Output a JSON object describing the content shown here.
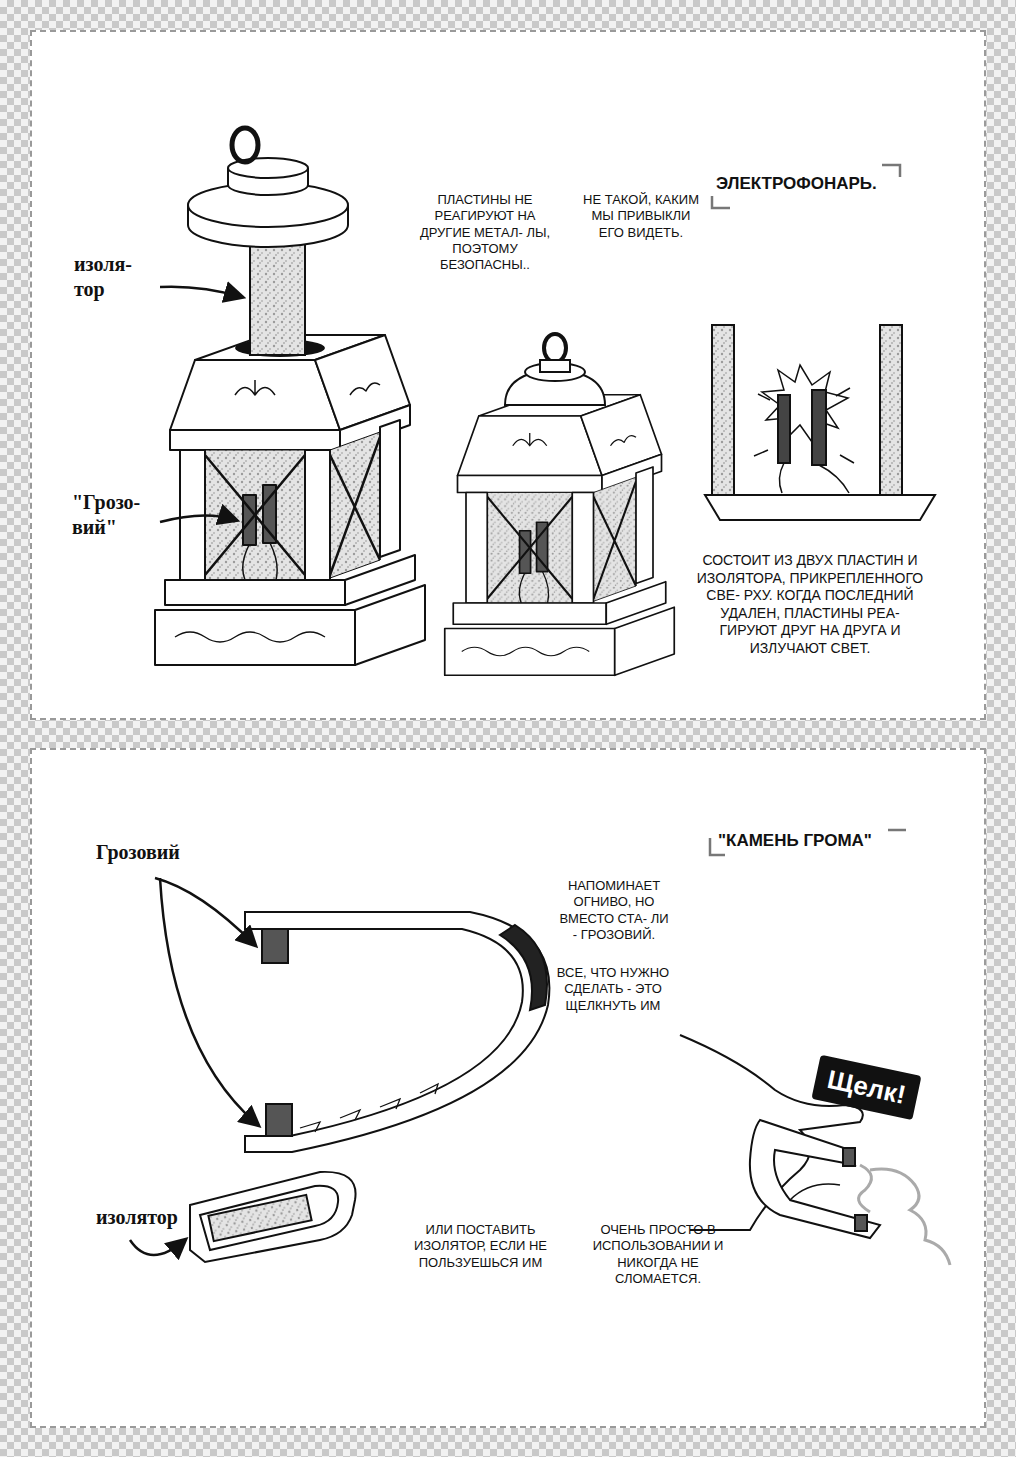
{
  "diagram": {
    "labels": [
      "ЭЛЕКТРОФОНАРЬ.",
      "изоля- тор",
      "ПЛАСТИНЫ НЕ РЕАГИРУЮТ НА ДРУГИЕ МЕТАЛ- ЛЫ, ПОЭТОМУ БЕЗОПАСНЫ..",
      "НЕ ТАКОЙ, КАКИМ МЫ ПРИВЫКЛИ ЕГО ВИДЕТЬ.",
      "\"Грозо- вий\"",
      "СОСТОИТ ИЗ ДВУХ ПЛАСТИН И ИЗОЛЯТОРА, ПРИКРЕПЛЕННОГО СВЕ- РХУ. КОГДА ПОСЛЕДНИЙ УДАЛЕН, ПЛАСТИНЫ РЕА- ГИРУЮТ ДРУГ НА ДРУГА И ИЗЛУЧАЮТ СВЕТ.",
      "\"КАМЕНЬ ГРОМА\"",
      "Грозовий",
      "НАПОМИНАЕТ ОГНИВО, НО ВМЕСТО СТА- ЛИ - ГРОЗОВИЙ.",
      "ВСЕ, ЧТО НУЖНО СДЕЛАТЬ - ЭТО ЩЕЛКНУТЬ ИМ",
      "изолятор",
      "ИЛИ ПОСТАВИТЬ ИЗОЛЯТОР, ЕСЛИ НЕ ПОЛЬЗУЕШЬСЯ ИМ",
      "ОЧЕНЬ ПРОСТО В ИСПОЛЬЗОВАНИИ И НИКОГДА НЕ СЛОМАЕТСЯ.",
      "Щелк!"
    ]
  }
}
